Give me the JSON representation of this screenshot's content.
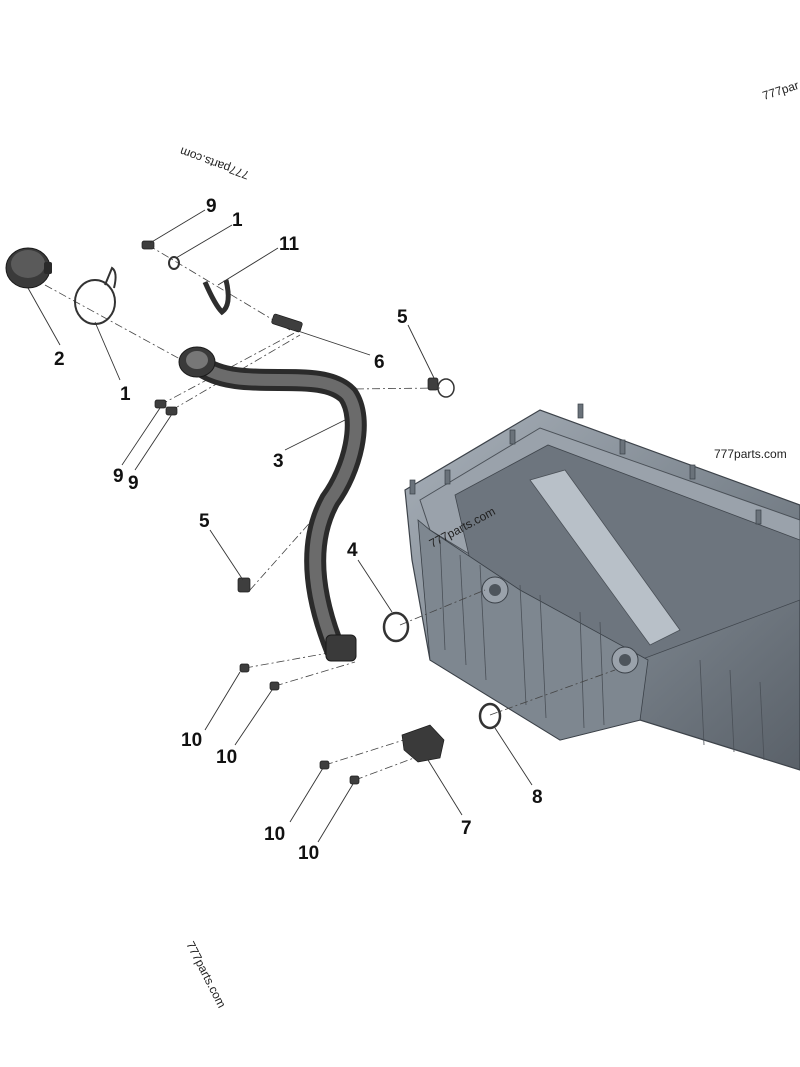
{
  "callouts": {
    "c1a": "1",
    "c1b": "1",
    "c2": "2",
    "c3": "3",
    "c4": "4",
    "c5a": "5",
    "c5b": "5",
    "c6": "6",
    "c7": "7",
    "c8": "8",
    "c9a": "9",
    "c9b": "9",
    "c9c": "9",
    "c10a": "10",
    "c10b": "10",
    "c10c": "10",
    "c10d": "10",
    "c11": "11"
  },
  "watermarks": {
    "w1": "777parts.com",
    "w2": "777parts.com",
    "w3": "777parts.com",
    "w4": "777parts.com",
    "w5": "777par"
  },
  "colors": {
    "pan": "#8c949d",
    "pan_dark": "#5d646c",
    "hose": "#4a4a4a",
    "part": "#3e3e3e"
  }
}
